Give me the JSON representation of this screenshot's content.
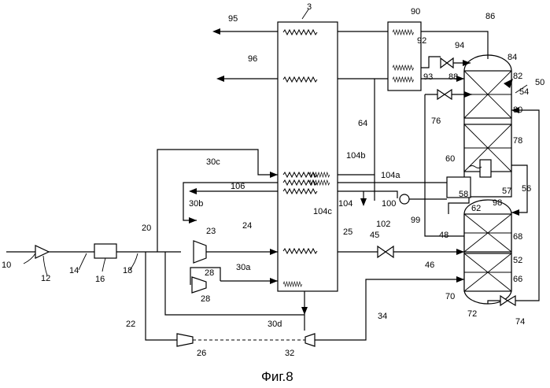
{
  "caption": "Фиг.8",
  "labels": {
    "l3": "3",
    "l10": "10",
    "l12": "12",
    "l14": "14",
    "l16": "16",
    "l18": "18",
    "l20": "20",
    "l22": "22",
    "l23": "23",
    "l24": "24",
    "l25": "25",
    "l26": "26",
    "l28a": "28",
    "l28b": "28",
    "l30a": "30a",
    "l30b": "30b",
    "l30c": "30c",
    "l30d": "30d",
    "l32": "32",
    "l34": "34",
    "l45": "45",
    "l46": "46",
    "l48": "48",
    "l50": "50",
    "l52": "52",
    "l54": "54",
    "l56": "56",
    "l57": "57",
    "l58": "58",
    "l60": "60",
    "l62": "62",
    "l64": "64",
    "l66": "66",
    "l68": "68",
    "l70": "70",
    "l72": "72",
    "l74": "74",
    "l76": "76",
    "l78": "78",
    "l80": "80",
    "l82": "82",
    "l84": "84",
    "l86": "86",
    "l88": "88",
    "l90": "90",
    "l92": "92",
    "l93": "93",
    "l94": "94",
    "l95": "95",
    "l96": "96",
    "l98": "98",
    "l99": "99",
    "l100": "100",
    "l102": "102",
    "l104": "104",
    "l104a": "104a",
    "l104b": "104b",
    "l104c": "104c",
    "l106": "106"
  }
}
